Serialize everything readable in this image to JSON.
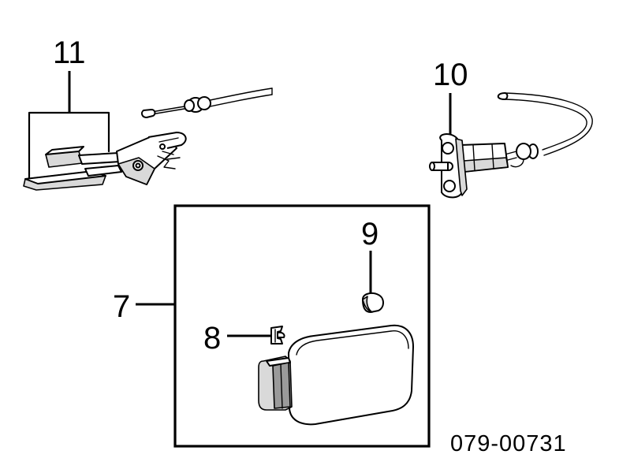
{
  "callouts": {
    "c11": "11",
    "c10": "10",
    "c9": "9",
    "c8": "8",
    "c7": "7"
  },
  "drawing_code": "079-00731"
}
